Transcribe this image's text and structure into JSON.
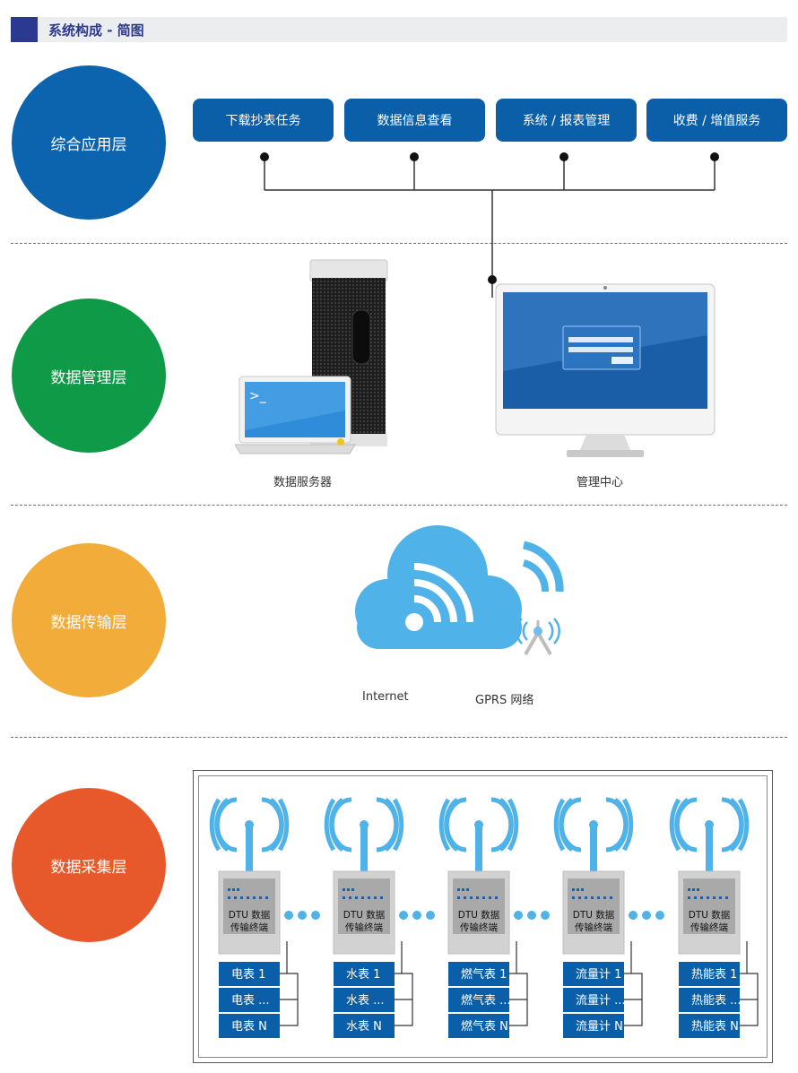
{
  "header": {
    "title": "系统构成 - 简图"
  },
  "layers": [
    {
      "label": "综合应用层",
      "color": "#0b64ad"
    },
    {
      "label": "数据管理层",
      "color": "#0f9a47"
    },
    {
      "label": "数据传输层",
      "color": "#f2ac3a"
    },
    {
      "label": "数据采集层",
      "color": "#e7592a"
    }
  ],
  "applications": [
    "下载抄表任务",
    "数据信息查看",
    "系统 / 报表管理",
    "收费 / 增值服务"
  ],
  "management": {
    "server_label": "数据服务器",
    "center_label": "管理中心"
  },
  "transport": {
    "internet_label": "Internet",
    "gprs_label": "GPRS 网络"
  },
  "collection": {
    "dtu_line1": "DTU 数据",
    "dtu_line2": "传输终端",
    "groups": [
      {
        "meters": [
          "电表 1",
          "电表 ...",
          "电表 N"
        ]
      },
      {
        "meters": [
          "水表 1",
          "水表 ...",
          "水表 N"
        ]
      },
      {
        "meters": [
          "燃气表 1",
          "燃气表 ...",
          "燃气表 N"
        ]
      },
      {
        "meters": [
          "流量计 1",
          "流量计 ...",
          "流量计 N"
        ]
      },
      {
        "meters": [
          "热能表 1",
          "热能表 ...",
          "热能表 N"
        ]
      }
    ]
  },
  "colors": {
    "accent": "#0a5fa8",
    "header_mark": "#2b3990",
    "cloud": "#4fb2e8",
    "meter_box": "#0a5fa8"
  }
}
